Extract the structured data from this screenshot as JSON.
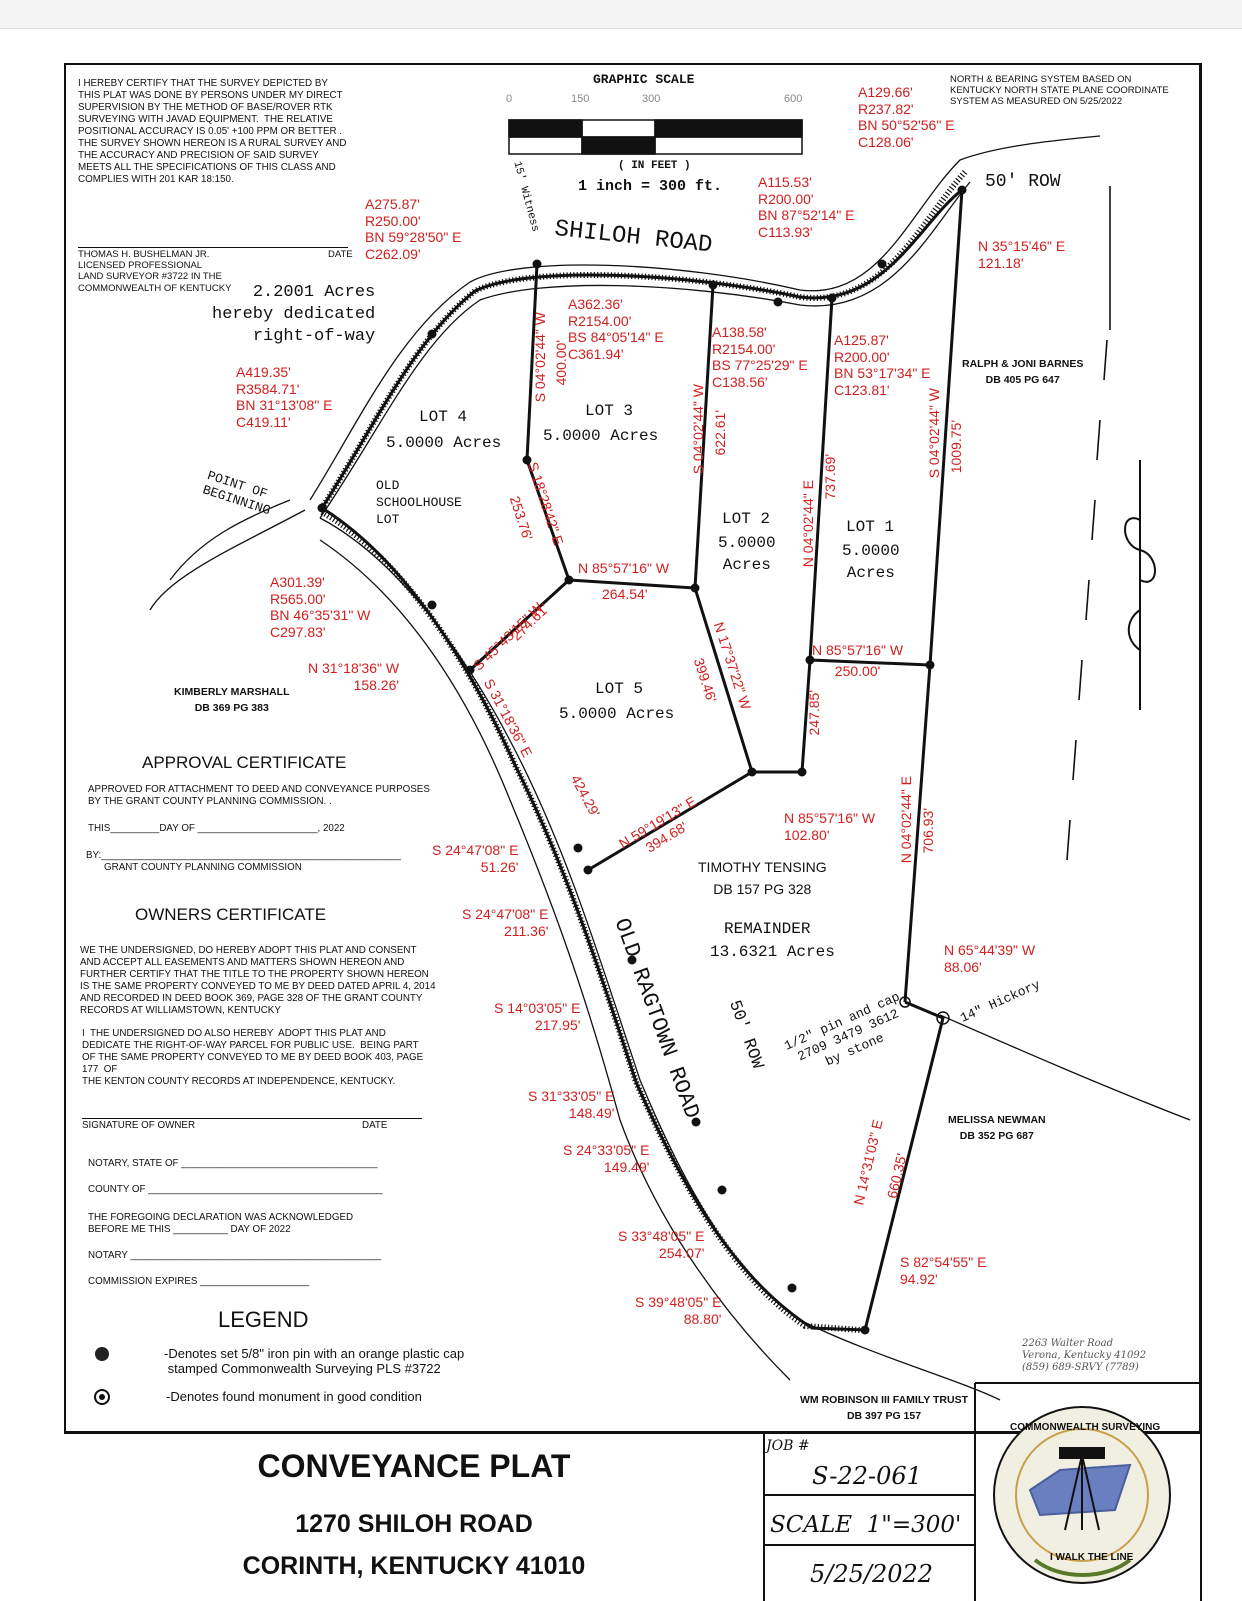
{
  "certification": {
    "text": "I HEREBY CERTIFY THAT THE SURVEY DEPICTED BY\nTHIS PLAT WAS DONE BY PERSONS UNDER MY DIRECT\nSUPERVISION BY THE METHOD OF BASE/ROVER RTK\nSURVEYING WITH JAVAD EQUIPMENT.  THE RELATIVE\nPOSITIONAL ACCURACY IS 0.05' +100 PPM OR BETTER .\nTHE SURVEY SHOWN HEREON IS A RURAL SURVEY AND\nTHE ACCURACY AND PRECISION OF SAID SURVEY\nMEETS ALL THE SPECIFICATIONS OF THIS CLASS AND\nCOMPLIES WITH 201 KAR 18:150.",
    "surveyor": "THOMAS H. BUSHELMAN JR.\nLICENSED PROFESSIONAL\nLAND SURVEYOR #3722 IN THE\nCOMMONWEALTH OF KENTUCKY",
    "date_label": "DATE"
  },
  "graphic_scale": {
    "title": "GRAPHIC SCALE",
    "ticks": [
      "0",
      "150",
      "300",
      "600"
    ],
    "unit": "( IN FEET )",
    "ratio": "1 inch = 300 ft."
  },
  "north_note": "NORTH & BEARING SYSTEM BASED ON\nKENTUCKY NORTH STATE PLANE COORDINATE\nSYSTEM AS MEASURED ON 5/25/2022",
  "roads": {
    "shiloh": "SHILOH ROAD",
    "shiloh_row": "50' ROW",
    "ragtown": "OLD RAGTOWN ROAD",
    "ragtown_row": "50' ROW",
    "witness": "15' Witness"
  },
  "lots": {
    "lot1": {
      "name": "LOT 1",
      "area": "5.0000\nAcres"
    },
    "lot2": {
      "name": "LOT 2",
      "area": "5.0000\nAcres"
    },
    "lot3": {
      "name": "LOT 3",
      "area": "5.0000 Acres"
    },
    "lot4": {
      "name": "LOT 4",
      "area": "5.0000 Acres"
    },
    "lot5": {
      "name": "LOT 5",
      "area": "5.0000 Acres"
    },
    "remainder": {
      "owner": "TIMOTHY TENSING\nDB 157 PG 328",
      "name": "REMAINDER",
      "area": "13.6321 Acres"
    },
    "row_dedication": "2.2001 Acres\nhereby dedicated\nright-of-way",
    "point_of_beginning": "POINT OF\nBEGINNING",
    "schoolhouse": "OLD\nSCHOOLHOUSE\nLOT"
  },
  "adjoiners": {
    "barnes": "RALPH & JONI BARNES\nDB 405 PG 647",
    "marshall": "KIMBERLY MARSHALL\nDB 369 PG 383",
    "newman": "MELISSA NEWMAN\nDB 352 PG 687",
    "robinson": "WM ROBINSON III FAMILY TRUST\nDB 397 PG 157"
  },
  "monuments": {
    "pin": "1/2\" pin and cap\n2709 3479 3612\nby stone",
    "hickory": "14\" Hickory"
  },
  "calls": {
    "c1": "A275.87'\nR250.00'\nBN 59°28'50\" E\nC262.09'",
    "c2": "A129.66'\nR237.82'\nBN 50°52'56\" E\nC128.06'",
    "c3": "A115.53'\nR200.00'\nBN 87°52'14\" E\nC113.93'",
    "c4": "N 35°15'46\" E\n121.18'",
    "c5": "A362.36'\nR2154.00'\nBS 84°05'14\" E\nC361.94'",
    "c6": "A138.58'\nR2154.00'\nBS 77°25'29\" E\nC138.56'",
    "c7": "A125.87'\nR200.00'\nBN 53°17'34\" E\nC123.81'",
    "c8": "A419.35'\nR3584.71'\nBN 31°13'08\" E\nC419.11'",
    "c9": "A301.39'\nR565.00'\nBN 46°35'31\" W\nC297.83'",
    "c10": "N 31°18'36\" W\n158.26'",
    "c11": "S 24°47'08\" E\n51.26'",
    "c12": "S 24°47'08\" E\n211.36'",
    "c13": "S 14°03'05\" E\n217.95'",
    "c14": "S 31°33'05\" E\n148.49'",
    "c15": "S 24°33'05\" E\n149.49'",
    "c16": "S 33°48'05\" E\n254.07'",
    "c17": "S 39°48'05\" E\n88.80'",
    "c18": "S 82°54'55\" E\n94.92'",
    "c19": "N 65°44'39\" W\n88.06'",
    "c20": "N 85°57'16\" W\n102.80'",
    "c21": "N 85°57'16\" W\n250.00'",
    "c22": "N 85°57'16\" W",
    "c22b": "264.54'",
    "c23": "N 59°19'13\" E\n394.68'",
    "v1": "S 04°02'44\" W",
    "v1d": "400.00'",
    "v2": "S 04°02'44\" W",
    "v2d": "622.61'",
    "v3": "N 04°02'44\" E",
    "v3d": "737.69'",
    "v4": "S 04°02'44\" W",
    "v4d": "1009.75'",
    "v5": "S 18°28'42\" E",
    "v5d": "253.76'",
    "v6": "S 45°43'15\" W",
    "v6d": "274.61'",
    "v7": "S 31°18'36\" E",
    "v7d": "424.29'",
    "v8": "N 17°37'22\" W",
    "v8d": "399.46'",
    "v9": "247.85'",
    "v10": "N 04°02'44\" E",
    "v10d": "706.93'",
    "v11": "N 14°31'03\" E",
    "v11d": "660.35'"
  },
  "approval": {
    "heading": "APPROVAL CERTIFICATE",
    "body": "APPROVED FOR ATTACHMENT TO DEED AND CONVEYANCE PURPOSES\nBY THE GRANT COUNTY PLANNING COMMISSION. .",
    "this_line": "THIS_________DAY OF ______________________, 2022",
    "by_line": "BY:_______________________________________________________",
    "commission": "GRANT COUNTY PLANNING COMMISSION"
  },
  "owners": {
    "heading": "OWNERS CERTIFICATE",
    "body1": "WE THE UNDERSIGNED, DO HEREBY ADOPT THIS PLAT AND CONSENT\nAND ACCEPT ALL EASEMENTS AND MATTERS SHOWN HEREON AND\nFURTHER CERTIFY THAT THE TITLE TO THE PROPERTY SHOWN HEREON\nIS THE SAME PROPERTY CONVEYED TO ME BY DEED DATED APRIL 4, 2014\nAND RECORDED IN DEED BOOK 369, PAGE 328 OF THE GRANT COUNTY\nRECORDS AT WILLIAMSTOWN, KENTUCKY",
    "body2": "I  THE UNDERSIGNED DO ALSO HEREBY  ADOPT THIS PLAT AND\nDEDICATE THE RIGHT-OF-WAY PARCEL FOR PUBLIC USE.  BEING PART\nOF THE SAME PROPERTY CONVEYED TO ME BY DEED BOOK 403, PAGE\n177  OF\nTHE KENTON COUNTY RECORDS AT INDEPENDENCE, KENTUCKY.",
    "sig_label": "SIGNATURE OF OWNER",
    "sig_date": "DATE",
    "notary_state": "NOTARY, STATE OF ____________________________________",
    "county": "COUNTY OF ___________________________________________",
    "declaration": "THE FOREGOING DECLARATION WAS ACKNOWLEDGED\nBEFORE ME THIS __________ DAY OF 2022",
    "notary": "NOTARY ______________________________________________",
    "commission": "COMMISSION EXPIRES ____________________"
  },
  "legend": {
    "heading": "LEGEND",
    "item1": "-Denotes set 5/8\" iron pin with an orange plastic cap\n stamped Commonwealth Surveying PLS #3722",
    "item2": "-Denotes found monument in good condition"
  },
  "company_address": "2263 Walter Road\nVerona, Kentucky 41092\n(859) 689-SRVY (7789)",
  "logo": {
    "top": "COMMONWEALTH SURVEYING",
    "bottom": "I WALK THE LINE"
  },
  "title_block": {
    "title": "CONVEYANCE PLAT",
    "address1": "1270 SHILOH ROAD",
    "address2": "CORINTH, KENTUCKY 41010",
    "job_label": "JOB #",
    "job": "S-22-061",
    "scale": "SCALE  1\"=300'",
    "date": "5/25/2022"
  }
}
